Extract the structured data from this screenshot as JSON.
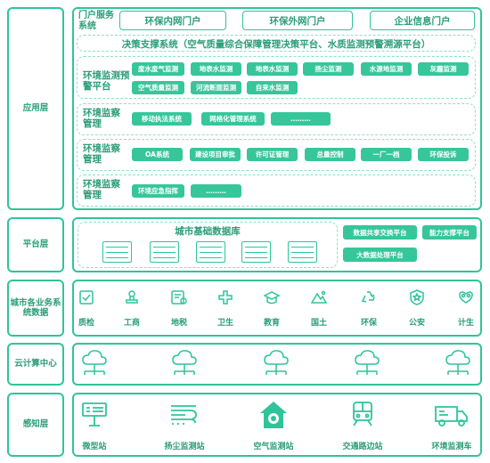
{
  "layers": {
    "app": "应用层",
    "platform": "平台层",
    "city": "城市各业务系统数据",
    "cloud": "云计算中心",
    "perception": "感知层"
  },
  "portal": {
    "title": "门户服务系统",
    "items": [
      "环保内网门户",
      "环保外网门户",
      "企业信息门户"
    ]
  },
  "decision": "决策支撑系统（空气质量综合保障管理决策平台、水质监测预警溯源平台）",
  "monitor": {
    "title": "环境监测预警平台",
    "row1": [
      "废水废气监测",
      "地表水监测",
      "地表水监测",
      "扬尘监测",
      "水源地监测",
      "灰霾监测"
    ],
    "row2": [
      "空气质量监测",
      "河流断面监测",
      "自来水监测"
    ]
  },
  "supervision1": {
    "title": "环境监察管理",
    "items": [
      "移动执法系统",
      "网格化管理系统",
      "………"
    ]
  },
  "supervision2": {
    "title": "环境监察管理",
    "items": [
      "OA系统",
      "建设项目审批",
      "许可证管理",
      "总量控制",
      "一厂一档",
      "环保投诉"
    ]
  },
  "supervision3": {
    "title": "环境监察管理",
    "items": [
      "环境应急指挥",
      "………"
    ]
  },
  "platform_section": {
    "db_title": "城市基础数据库",
    "items": [
      "数据共享交换平台",
      "能力支撑平台",
      "大数据处理平台"
    ]
  },
  "city_items": [
    {
      "label": "质检",
      "icon": "quality-check-icon"
    },
    {
      "label": "工商",
      "icon": "stamp-icon"
    },
    {
      "label": "地税",
      "icon": "tax-icon"
    },
    {
      "label": "卫生",
      "icon": "health-cross-icon"
    },
    {
      "label": "教育",
      "icon": "education-icon"
    },
    {
      "label": "国土",
      "icon": "land-mountain-icon"
    },
    {
      "label": "环保",
      "icon": "recycle-icon"
    },
    {
      "label": "公安",
      "icon": "police-badge-icon"
    },
    {
      "label": "计生",
      "icon": "family-planning-icon"
    }
  ],
  "perception_items": [
    {
      "label": "微型站",
      "icon": "micro-station-icon"
    },
    {
      "label": "扬尘监测站",
      "icon": "dust-station-icon"
    },
    {
      "label": "空气监测站",
      "icon": "air-station-icon"
    },
    {
      "label": "交通路边站",
      "icon": "train-icon"
    },
    {
      "label": "环境监测车",
      "icon": "truck-icon"
    }
  ],
  "colors": {
    "accent": "#2fc49a",
    "text": "#2a9d78",
    "pill": "#36c69a"
  }
}
